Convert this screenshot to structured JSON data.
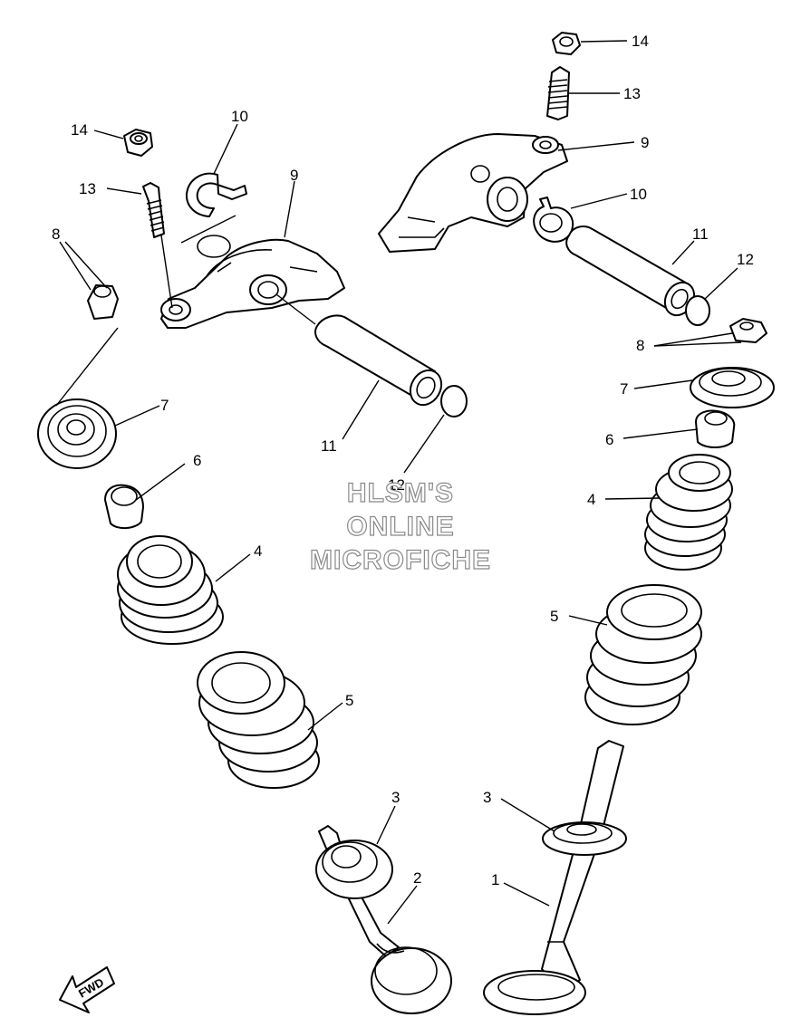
{
  "watermark": {
    "line1": "HLSM'S",
    "line2": "ONLINE",
    "line3": "MICROFICHE"
  },
  "direction_badge": {
    "label": "FWD"
  },
  "callouts": {
    "l14": "14",
    "r14": "14",
    "l13": "13",
    "r13": "13",
    "l10": "10",
    "r10": "10",
    "l9": "9",
    "r9": "9",
    "l8": "8",
    "r8": "8",
    "l11": "11",
    "r11": "11",
    "l12": "12",
    "r12": "12",
    "l7": "7",
    "r7": "7",
    "l6": "6",
    "r6": "6",
    "l4": "4",
    "r4": "4",
    "l5": "5",
    "r5": "5",
    "l3": "3",
    "r3": "3",
    "p2": "2",
    "p1": "1"
  }
}
